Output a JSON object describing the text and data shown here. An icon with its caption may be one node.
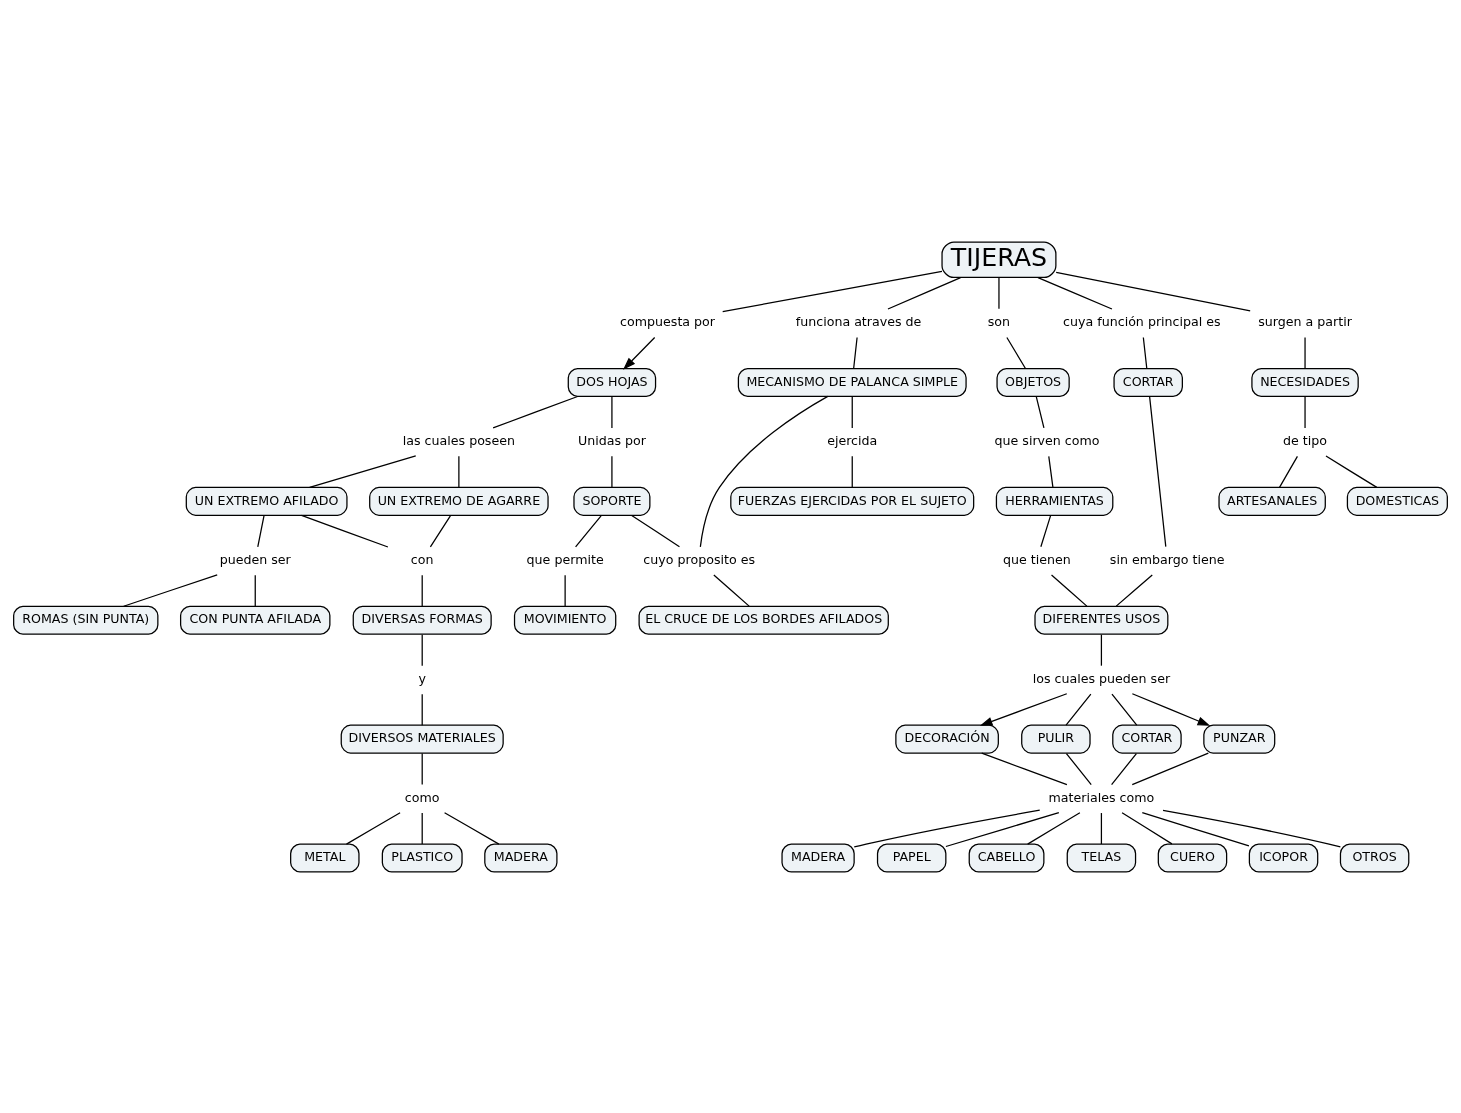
{
  "diagram": {
    "nodes": [
      {
        "text": [
          "TIJERAS"
        ]
      },
      {
        "text": [
          "compuesta por"
        ]
      },
      {
        "text": [
          "DOS HOJAS"
        ]
      },
      {
        "text": [
          "funciona atraves de"
        ]
      },
      {
        "text": [
          "son"
        ]
      },
      {
        "text": [
          "cuya función principal es"
        ]
      },
      {
        "text": [
          "surgen a partir"
        ]
      },
      {
        "text": [
          "las cuales poseen"
        ]
      },
      {
        "text": [
          "Unidas por"
        ]
      },
      {
        "text": [
          "OBJETOS"
        ]
      },
      {
        "text": [
          "CORTAR"
        ]
      },
      {
        "text": [
          "NECESIDADES"
        ]
      },
      {
        "text": [
          "UN EXTREMO AFILADO"
        ]
      },
      {
        "text": [
          "UN EXTREMO DE AGARRE"
        ]
      },
      {
        "text": [
          "SOPORTE"
        ]
      },
      {
        "text": [
          "MECANISMO DE PALANCA SIMPLE"
        ]
      },
      {
        "text": [
          "que sirven como"
        ]
      },
      {
        "text": [
          "sin embargo tiene"
        ]
      },
      {
        "text": [
          "de tipo"
        ]
      },
      {
        "text": [
          "pueden ser"
        ]
      },
      {
        "text": [
          "con"
        ]
      },
      {
        "text": [
          "que permite"
        ]
      },
      {
        "text": [
          "cuyo proposito es"
        ]
      },
      {
        "text": [
          "ejercida"
        ]
      },
      {
        "text": [
          "HERRAMIENTAS"
        ]
      },
      {
        "text": [
          "ARTESANALES"
        ]
      },
      {
        "text": [
          "DOMESTICAS"
        ]
      },
      {
        "text": [
          "que tienen"
        ]
      },
      {
        "text": [
          "ROMAS (SIN PUNTA)"
        ]
      },
      {
        "text": [
          "CON PUNTA AFILADA"
        ]
      },
      {
        "text": [
          "DIVERSAS FORMAS"
        ]
      },
      {
        "text": [
          "MOVIMIENTO"
        ]
      },
      {
        "text": [
          "EL CRUCE DE LOS BORDES AFILADOS"
        ]
      },
      {
        "text": [
          "FUERZAS EJERCIDAS POR EL SUJETO"
        ]
      },
      {
        "text": [
          "DIFERENTES USOS"
        ]
      },
      {
        "text": [
          "y"
        ]
      },
      {
        "text": [
          "los cuales pueden ser"
        ]
      },
      {
        "text": [
          "DIVERSOS MATERIALES"
        ]
      },
      {
        "text": [
          "DECORACIÓN"
        ]
      },
      {
        "text": [
          "PULIR"
        ]
      },
      {
        "text": [
          "CORTAR"
        ]
      },
      {
        "text": [
          "PUNZAR"
        ]
      },
      {
        "text": [
          "como"
        ]
      },
      {
        "text": [
          "METAL"
        ]
      },
      {
        "text": [
          "PLASTICO"
        ]
      },
      {
        "text": [
          "MADERA"
        ]
      },
      {
        "text": [
          "materiales como"
        ]
      },
      {
        "text": [
          "MADERA"
        ]
      },
      {
        "text": [
          "PAPEL"
        ]
      },
      {
        "text": [
          "CABELLO"
        ]
      },
      {
        "text": [
          "TELAS"
        ]
      },
      {
        "text": [
          "CUERO"
        ]
      },
      {
        "text": [
          "ICOPOR"
        ]
      },
      {
        "text": [
          "OTROS"
        ]
      }
    ],
    "edges": [
      {
        "from": 0,
        "to": 1,
        "arrow": "none"
      },
      {
        "from": 1,
        "to": 2,
        "arrow": "to"
      },
      {
        "from": 0,
        "to": 3,
        "arrow": "none"
      },
      {
        "from": 3,
        "to": 15,
        "arrow": "none"
      },
      {
        "from": 0,
        "to": 4,
        "arrow": "none"
      },
      {
        "from": 4,
        "to": 9,
        "arrow": "none"
      },
      {
        "from": 0,
        "to": 5,
        "arrow": "none"
      },
      {
        "from": 5,
        "to": 10,
        "arrow": "none"
      },
      {
        "from": 0,
        "to": 6,
        "arrow": "none"
      },
      {
        "from": 6,
        "to": 11,
        "arrow": "none"
      },
      {
        "from": 2,
        "to": 7,
        "arrow": "none"
      },
      {
        "from": 7,
        "to": 12,
        "arrow": "none"
      },
      {
        "from": 7,
        "to": 13,
        "arrow": "none"
      },
      {
        "from": 2,
        "to": 8,
        "arrow": "none"
      },
      {
        "from": 8,
        "to": 14,
        "arrow": "none"
      },
      {
        "from": 12,
        "to": 19,
        "arrow": "none"
      },
      {
        "from": 19,
        "to": 28,
        "arrow": "none"
      },
      {
        "from": 19,
        "to": 29,
        "arrow": "none"
      },
      {
        "from": 12,
        "to": 20,
        "arrow": "none"
      },
      {
        "from": 13,
        "to": 20,
        "arrow": "none"
      },
      {
        "from": 20,
        "to": 30,
        "arrow": "none"
      },
      {
        "from": 14,
        "to": 21,
        "arrow": "none"
      },
      {
        "from": 21,
        "to": 31,
        "arrow": "none"
      },
      {
        "from": 14,
        "to": 22,
        "arrow": "none"
      },
      {
        "from": 15,
        "to": 22,
        "arrow": "none"
      },
      {
        "from": 22,
        "to": 32,
        "arrow": "none"
      },
      {
        "from": 15,
        "to": 23,
        "arrow": "none"
      },
      {
        "from": 23,
        "to": 33,
        "arrow": "none"
      },
      {
        "from": 9,
        "to": 16,
        "arrow": "none"
      },
      {
        "from": 16,
        "to": 24,
        "arrow": "none"
      },
      {
        "from": 10,
        "to": 17,
        "arrow": "none"
      },
      {
        "from": 17,
        "to": 34,
        "arrow": "none"
      },
      {
        "from": 11,
        "to": 18,
        "arrow": "none"
      },
      {
        "from": 18,
        "to": 25,
        "arrow": "none"
      },
      {
        "from": 18,
        "to": 26,
        "arrow": "none"
      },
      {
        "from": 24,
        "to": 27,
        "arrow": "none"
      },
      {
        "from": 27,
        "to": 34,
        "arrow": "none"
      },
      {
        "from": 30,
        "to": 35,
        "arrow": "none"
      },
      {
        "from": 35,
        "to": 37,
        "arrow": "none"
      },
      {
        "from": 34,
        "to": 36,
        "arrow": "none"
      },
      {
        "from": 36,
        "to": 38,
        "arrow": "to"
      },
      {
        "from": 36,
        "to": 39,
        "arrow": "none"
      },
      {
        "from": 36,
        "to": 40,
        "arrow": "none"
      },
      {
        "from": 36,
        "to": 41,
        "arrow": "to"
      },
      {
        "from": 37,
        "to": 42,
        "arrow": "none"
      },
      {
        "from": 42,
        "to": 43,
        "arrow": "none"
      },
      {
        "from": 42,
        "to": 44,
        "arrow": "none"
      },
      {
        "from": 42,
        "to": 45,
        "arrow": "none"
      },
      {
        "from": 38,
        "to": 46,
        "arrow": "none"
      },
      {
        "from": 39,
        "to": 46,
        "arrow": "none"
      },
      {
        "from": 40,
        "to": 46,
        "arrow": "none"
      },
      {
        "from": 41,
        "to": 46,
        "arrow": "none"
      },
      {
        "from": 46,
        "to": 47,
        "arrow": "none"
      },
      {
        "from": 46,
        "to": 48,
        "arrow": "none"
      },
      {
        "from": 46,
        "to": 49,
        "arrow": "none"
      },
      {
        "from": 46,
        "to": 50,
        "arrow": "none"
      },
      {
        "from": 46,
        "to": 51,
        "arrow": "none"
      },
      {
        "from": 46,
        "to": 52,
        "arrow": "none"
      },
      {
        "from": 46,
        "to": 53,
        "arrow": "none"
      }
    ]
  }
}
